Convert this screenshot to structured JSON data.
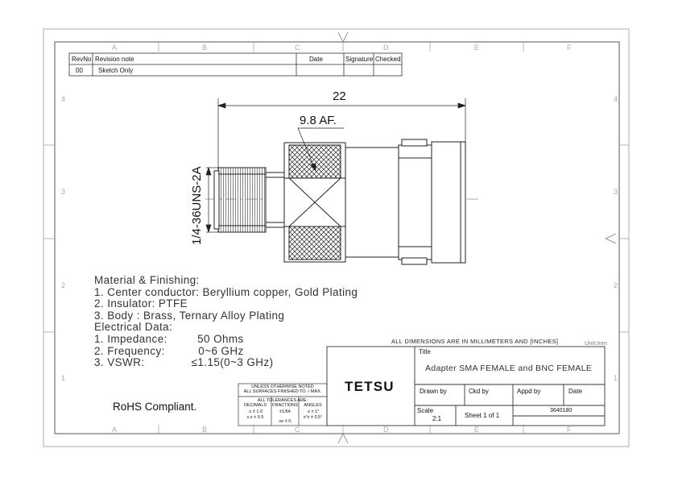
{
  "revision_table": {
    "headers": [
      "RevNo",
      "Revision note",
      "Date",
      "Signature",
      "Checked"
    ],
    "rows": [
      [
        "00",
        "Sketch Only",
        "",
        "",
        ""
      ]
    ]
  },
  "grid": {
    "columns": [
      "A",
      "B",
      "C",
      "D",
      "E",
      "F"
    ],
    "rows": [
      "4",
      "3",
      "2",
      "1"
    ]
  },
  "drawing": {
    "overall_length": "22",
    "hex_size": "9.8 AF.",
    "thread_spec": "1/4-36UNS-2A"
  },
  "notes": {
    "lines": [
      "Material & Finishing:",
      "1. Center conductor: Beryllium copper, Gold Plating",
      "2. Insulator: PTFE",
      "3. Body : Brass, Ternary Alloy Plating",
      "Electrical Data:",
      "1. Impedance:         50 Ohms",
      "2. Frequency:          0~6 GHz",
      "3. VSWR:              ≤1.15(0~3 GHz)"
    ],
    "rohs": "RoHS Compliant."
  },
  "title_block": {
    "dimensions_note": "ALL DIMENSIONS ARE IN MILLIMETERS AND [INCHES]",
    "unit": "Unit:mm",
    "title_label": "Title",
    "title": "Adapter SMA FEMALE and BNC FEMALE",
    "company": "TETSU",
    "drawn_by_label": "Drawn by",
    "ckd_by_label": "Ckd by",
    "appd_by_label": "Appd by",
    "date_label": "Date",
    "scale_label": "Scale",
    "scale": "2:1",
    "sheet": "Sheet 1 of 1",
    "part_number": "3640180"
  },
  "tolerances": {
    "header1": "UNLESS OTHERWISE NOTED",
    "header2": "ALL SURFACES FINISHED TO √ MAX.",
    "header3": "ALL TOLERANCES ARE:",
    "col1": "DECIMALS",
    "col2": "FRACTIONS",
    "col3": "ANGLES",
    "d1": ".x ± 1.0",
    "d2": "x.x ± 0.5",
    "f1": "±1/64",
    "f2": ".xx ± 0.",
    "a1": ".x ± 1°",
    "a2": "x°x ± 0.5°"
  }
}
